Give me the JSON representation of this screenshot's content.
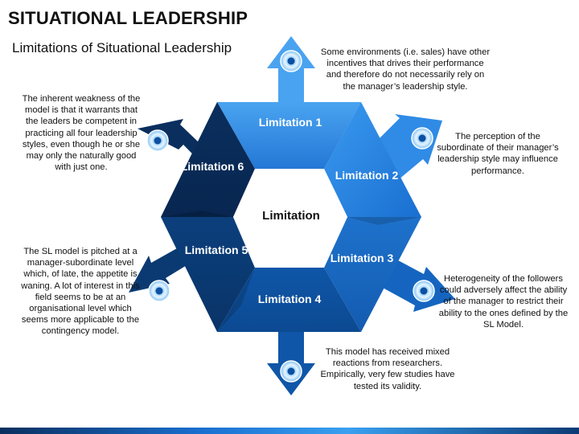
{
  "header": {
    "title": "SITUATIONAL LEADERSHIP",
    "subtitle": "Limitations of Situational Leadership"
  },
  "diagram": {
    "center_label": "Limitation",
    "segments": [
      {
        "label": "Limitation 1",
        "color": "#2f8be6"
      },
      {
        "label": "Limitation 2",
        "color": "#1f7ee4"
      },
      {
        "label": "Limitation 3",
        "color": "#1565c0"
      },
      {
        "label": "Limitation 4",
        "color": "#0d4fa0"
      },
      {
        "label": "Limitation 5",
        "color": "#0b3a72"
      },
      {
        "label": "Limitation 6",
        "color": "#0a2e5c"
      }
    ]
  },
  "notes": [
    {
      "text": "Some environments (i.e. sales) have other incentives that drives their performance and therefore do not necessarily rely on the manager’s leadership style."
    },
    {
      "text": "The perception of the subordinate of their manager’s leadership style may influence performance."
    },
    {
      "text": "Heterogeneity of the followers could adversely affect the ability of the manager to restrict their ability to the ones defined by the SL Model."
    },
    {
      "text": "This model has received mixed reactions from researchers. Empirically, very few studies have tested its validity."
    },
    {
      "text": "The SL model is pitched at a manager-subordinate level which, of late, the appetite is waning. A lot of interest in this field seems to be at an organisational level which seems more applicable to the contingency model."
    },
    {
      "text": "The inherent weakness of the model is that it warrants that the leaders be competent in practicing all four leadership styles, even though he or she may only the naturally good with just one."
    }
  ],
  "icons": {
    "arrow_badge": "target-icon"
  }
}
